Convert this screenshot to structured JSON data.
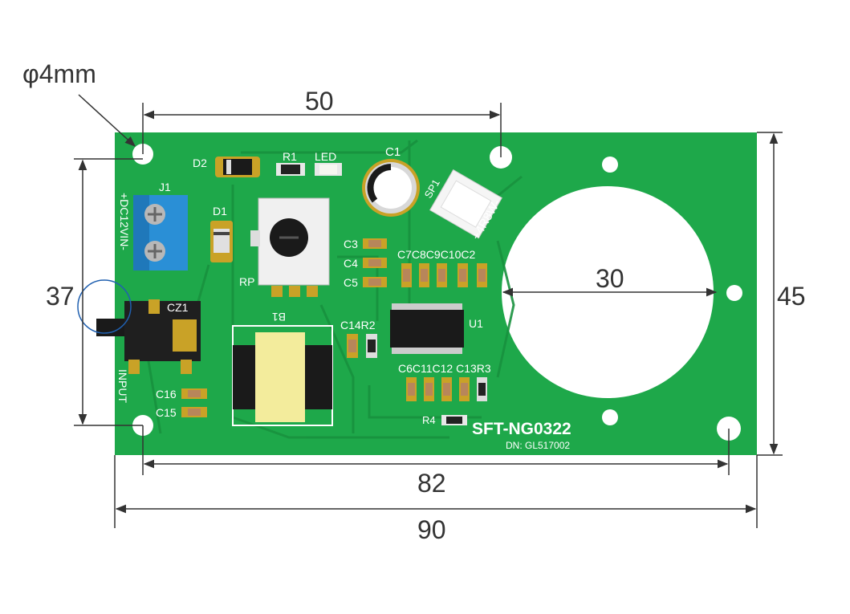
{
  "dimensions": {
    "hole": "φ4mm",
    "top_width": "50",
    "left_height": "37",
    "right_height": "45",
    "circle": "30",
    "inner_width": "82",
    "total_width": "90"
  },
  "silkscreen": {
    "d2": "D2",
    "r1": "R1",
    "led": "LED",
    "c1": "C1",
    "sp1": "SP1",
    "speaker": "+4R8W-",
    "j1": "J1",
    "power": "+DC12VIN-",
    "d1": "D1",
    "c3": "C3",
    "c4": "C4",
    "c5": "C5",
    "rp": "RP",
    "c7row": "C7C8C9C10C2",
    "cz1": "CZ1",
    "b1": "B1",
    "c14r2": "C14R2",
    "u1": "U1",
    "input": "INPUT",
    "c6row": "C6C11C12 C13R3",
    "c16": "C16",
    "c15": "C15",
    "r4": "R4",
    "model": "SFT-NG0322",
    "dn": "DN: GL517002"
  },
  "colors": {
    "pcb": "#1ea84a",
    "copper": "#c9a227",
    "terminal": "#2a8fd6",
    "transformer": "#f3ec9c"
  }
}
